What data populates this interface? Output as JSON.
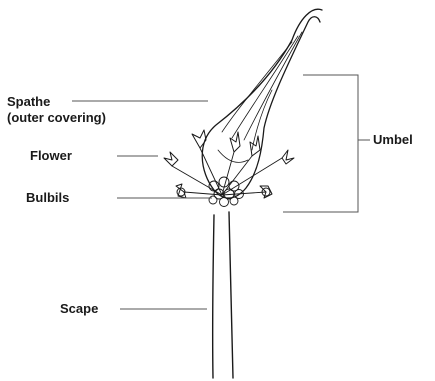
{
  "labels": {
    "spathe": "Spathe",
    "spathe_sub": "(outer covering)",
    "flower": "Flower",
    "bulbils": "Bulbils",
    "scape": "Scape",
    "umbel": "Umbel"
  },
  "colors": {
    "ink": "#1a1a1a",
    "leader": "#555555",
    "background": "#ffffff"
  }
}
